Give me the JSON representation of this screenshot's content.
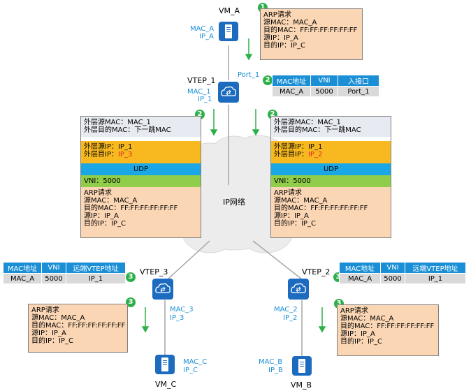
{
  "colors": {
    "accent": "#1a8fd6",
    "badge": "#2db04a",
    "device": "#1d6bbf",
    "peach": "#fbd6b4",
    "yellow": "#f7b91f",
    "udp": "#1ba7e5",
    "vni": "#8fcd4a",
    "grey": "#e7eaf0",
    "arrow": "#2db04a",
    "red": "#e8202a"
  },
  "nodes": {
    "vm_a": {
      "name": "VM_A",
      "mac": "MAC_A",
      "ip": "IP_A"
    },
    "vtep_1": {
      "name": "VTEP_1",
      "mac": "MAC_1",
      "ip": "IP_1",
      "port": "Port_1"
    },
    "vtep_3": {
      "name": "VTEP_3",
      "mac": "MAC_3",
      "ip": "IP_3"
    },
    "vtep_2": {
      "name": "VTEP_2",
      "mac": "MAC_2",
      "ip": "IP_2"
    },
    "vm_c": {
      "name": "VM_C",
      "mac": "MAC_C",
      "ip": "IP_C"
    },
    "vm_b": {
      "name": "VM_B",
      "mac": "MAC_B",
      "ip": "IP_B"
    }
  },
  "network_label": "IP网络",
  "badges": {
    "one": "1",
    "two": "2",
    "three": "3"
  },
  "arp_packet": {
    "title": "ARP请求",
    "src_mac": "源MAC：MAC_A",
    "dst_mac": "目的MAC：FF:FF:FF:FF:FF:FF",
    "src_ip": "源IP：IP_A",
    "dst_ip": "目的IP：IP_C"
  },
  "arp_packet_left": {
    "title": "ARP请求",
    "src_mac": "源MAC：MAC_A",
    "dst_mac": "目的MAC：FF:FF:FF:FF:FF:FF",
    "src_ip": "源IP：IP_A",
    "dst_ip": "目的IP：IP_C"
  },
  "encap_left": {
    "outer_src_mac": "外层源MAC：MAC_1",
    "outer_dst_mac": "外层目的MAC：下一跳MAC",
    "outer_src_ip": "外层源IP：IP_1",
    "outer_dst_ip_label": "外层目IP：",
    "outer_dst_ip_value": "IP_3",
    "udp": "UDP",
    "vni": "VNI：5000"
  },
  "encap_right": {
    "outer_src_mac": "外层源MAC：MAC_1",
    "outer_dst_mac": "外层目的MAC：下一跳MAC",
    "outer_src_ip": "外层源IP：IP_1",
    "outer_dst_ip_label": "外层目IP：",
    "outer_dst_ip_value": "IP_2",
    "udp": "UDP",
    "vni": "VNI：5000"
  },
  "table_vtep1": {
    "headers": [
      "MAC地址",
      "VNI",
      "入接口"
    ],
    "row": [
      "MAC_A",
      "5000",
      "Port_1"
    ]
  },
  "table_vtep3": {
    "headers": [
      "MAC地址",
      "VNI",
      "远端VTEP地址"
    ],
    "row": [
      "MAC_A",
      "5000",
      "IP_1"
    ]
  },
  "table_vtep2": {
    "headers": [
      "MAC地址",
      "VNI",
      "远端VTEP地址"
    ],
    "row": [
      "MAC_A",
      "5000",
      "IP_1"
    ]
  }
}
